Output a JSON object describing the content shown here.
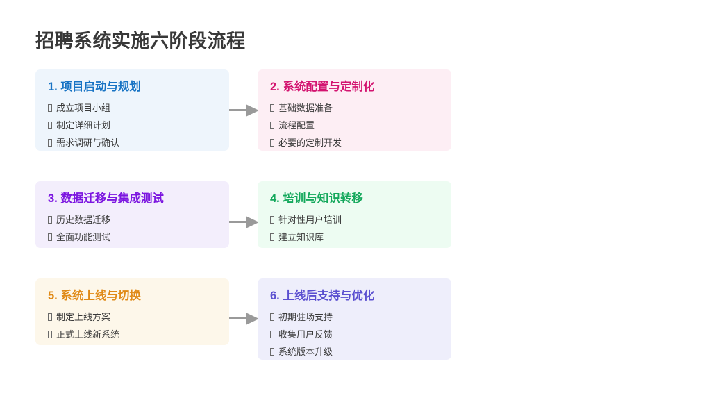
{
  "page": {
    "title": "招聘系统实施六阶段流程",
    "background_color": "#ffffff",
    "title_color": "#383838"
  },
  "bullet_glyph": "tofu-box",
  "arrows": [
    {
      "name": "arrow-stage-1-to-2",
      "color": "#9a9a9a"
    },
    {
      "name": "arrow-stage-3-to-4",
      "color": "#9a9a9a"
    },
    {
      "name": "arrow-stage-5-to-6",
      "color": "#9a9a9a"
    }
  ],
  "cards": [
    {
      "id": "stage-1",
      "title": "1. 项目启动与规划",
      "accent": "#1773c4",
      "background": "#eef5fc",
      "items": [
        "成立项目小组",
        "制定详细计划",
        "需求调研与确认"
      ]
    },
    {
      "id": "stage-2",
      "title": "2. 系统配置与定制化",
      "accent": "#d31470",
      "background": "#fdeef4",
      "items": [
        "基础数据准备",
        "流程配置",
        "必要的定制开发"
      ]
    },
    {
      "id": "stage-3",
      "title": "3. 数据迁移与集成测试",
      "accent": "#7c16e0",
      "background": "#f3eefc",
      "items": [
        "历史数据迁移",
        "全面功能测试"
      ]
    },
    {
      "id": "stage-4",
      "title": "4. 培训与知识转移",
      "accent": "#14a85c",
      "background": "#edfcf2",
      "items": [
        "针对性用户培训",
        "建立知识库"
      ]
    },
    {
      "id": "stage-5",
      "title": "5. 系统上线与切换",
      "accent": "#e08a17",
      "background": "#fdf7ea",
      "items": [
        "制定上线方案",
        "正式上线新系统"
      ]
    },
    {
      "id": "stage-6",
      "title": "6. 上线后支持与优化",
      "accent": "#5b4fd0",
      "background": "#eeeefb",
      "items": [
        "初期驻场支持",
        "收集用户反馈",
        "系统版本升级"
      ]
    }
  ]
}
